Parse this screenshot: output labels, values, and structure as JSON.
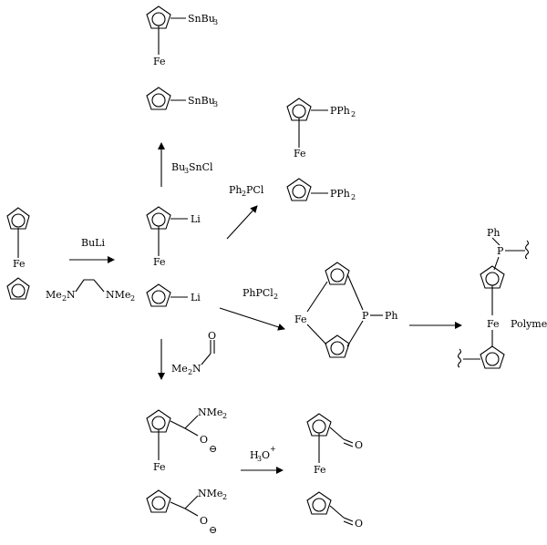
{
  "labels": {
    "fe": "Fe",
    "li": "Li",
    "snbu3_main": "SnBu",
    "snbu3_sub": "3",
    "pph2_main": "PPh",
    "pph2_sub": "2",
    "ph": "Ph",
    "p": "P",
    "polymer": "Polymer",
    "nme2_main": "NMe",
    "nme2_sub": "2",
    "me2n_main": "Me",
    "me2n_sub": "2",
    "me2n_end": "N",
    "o": "O",
    "minus": "⊖"
  },
  "reagents": {
    "buli": "BuLi",
    "bu3sncl_a": "Bu",
    "bu3sncl_sub": "3",
    "bu3sncl_b": "SnCl",
    "ph2pcl_a": "Ph",
    "ph2pcl_sub": "2",
    "ph2pcl_b": "PCl",
    "phpcl2_a": "PhPCl",
    "phpcl2_sub": "2",
    "h3o_a": "H",
    "h3o_sub": "3",
    "h3o_b": "O",
    "h3o_sup": "+"
  },
  "colors": {
    "ink": "#000000",
    "background": "#ffffff"
  }
}
